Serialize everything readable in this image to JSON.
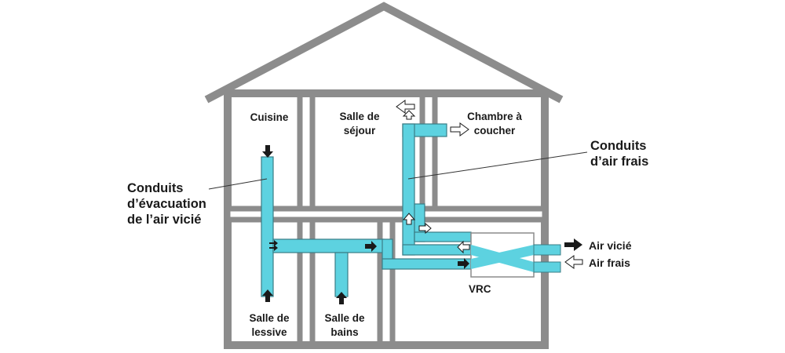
{
  "rooms": {
    "cuisine": "Cuisine",
    "sejour": [
      "Salle de",
      "séjour"
    ],
    "chambre": [
      "Chambre à",
      "coucher"
    ],
    "lessive": [
      "Salle de",
      "lessive"
    ],
    "bains": [
      "Salle de",
      "bains"
    ]
  },
  "callouts": {
    "evacuation": [
      "Conduits",
      "d’évacuation",
      "de l’air vicié"
    ],
    "frais": [
      "Conduits",
      "d’air frais"
    ]
  },
  "unit_label": "VRC",
  "legend": {
    "vicie": "Air vicié",
    "frais": "Air frais"
  },
  "colors": {
    "house": "#8c8c8c",
    "duct": "#5dd2e0",
    "arrow_dark": "#1a1a1a",
    "arrow_light": "#ffffff"
  }
}
